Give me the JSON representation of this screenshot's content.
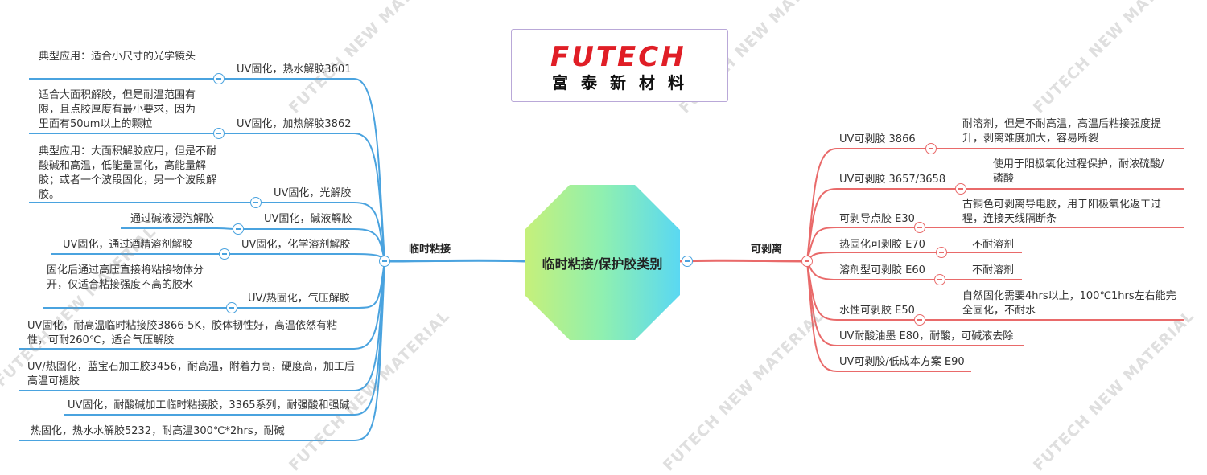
{
  "colors": {
    "left": "#4aa3df",
    "right": "#e96a6a"
  },
  "watermark": "FUTECH NEW MATERIAL",
  "logo": {
    "en": "FUTECH",
    "cn": "富泰新材料"
  },
  "center": {
    "title": "临时粘接/保护胶类别"
  },
  "left": {
    "label": "临时粘接",
    "items": [
      {
        "label": "UV固化，热水解胶3601",
        "note": "典型应用：适合小尺寸的光学镜头"
      },
      {
        "label": "UV固化，加热解胶3862",
        "note": "适合大面积解胶，但是耐温范围有限，且点胶厚度有最小要求，因为里面有50um以上的颗粒"
      },
      {
        "label": "UV固化，光解胶",
        "note": "典型应用：大面积解胶应用，但是不耐酸碱和高温，低能量固化，高能量解胶；或者一个波段固化，另一个波段解胶。"
      },
      {
        "label": "UV固化，碱液解胶",
        "note": "通过碱液浸泡解胶"
      },
      {
        "label": "UV固化，化学溶剂解胶",
        "note": "UV固化，通过酒精溶剂解胶"
      },
      {
        "label": "UV/热固化，气压解胶",
        "note": "固化后通过高压直接将粘接物体分开，仅适合粘接强度不高的胶水"
      },
      {
        "label": "UV固化，耐高温临时粘接胶3866-5K，胶体韧性好，高温依然有粘性，可耐260℃，适合气压解胶"
      },
      {
        "label": "UV/热固化，蓝宝石加工胶3456，耐高温，附着力高，硬度高，加工后高温可褪胶"
      },
      {
        "label": "UV固化，耐酸碱加工临时粘接胶，3365系列，耐强酸和强碱"
      },
      {
        "label": "热固化，热水水解胶5232，耐高温300℃*2hrs，耐碱"
      }
    ]
  },
  "right": {
    "label": "可剥离",
    "items": [
      {
        "label": "UV可剥胶 3866",
        "note": "耐溶剂，但是不耐高温，高温后粘接强度提升，剥离难度加大，容易断裂"
      },
      {
        "label": "UV可剥胶 3657/3658",
        "note": "使用于阳极氧化过程保护，耐浓硫酸/磷酸"
      },
      {
        "label": "可剥导点胶 E30",
        "note": "古铜色可剥离导电胶，用于阳极氧化返工过程，连接天线隔断条"
      },
      {
        "label": "热固化可剥胶 E70",
        "note": "不耐溶剂"
      },
      {
        "label": "溶剂型可剥胶 E60",
        "note": "不耐溶剂"
      },
      {
        "label": "水性可剥胶 E50",
        "note": "自然固化需要4hrs以上，100℃1hrs左右能完全固化，不耐水"
      },
      {
        "label": "UV耐酸油墨 E80，耐酸，可碱液去除"
      },
      {
        "label": "UV可剥胶/低成本方案 E90"
      }
    ]
  }
}
